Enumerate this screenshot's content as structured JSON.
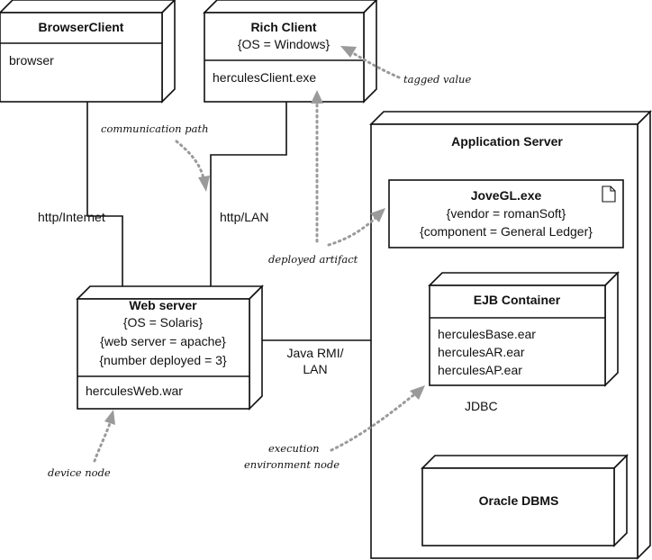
{
  "nodes": {
    "browser_client": {
      "title": "BrowserClient",
      "artifact": "browser"
    },
    "rich_client": {
      "title": "Rich Client",
      "tag": "{OS = Windows}",
      "artifact": "herculesClient.exe"
    },
    "application_server": {
      "title": "Application Server"
    },
    "jovegl": {
      "title": "JoveGL.exe",
      "tag1": "{vendor = romanSoft}",
      "tag2": "{component = General Ledger}"
    },
    "web_server": {
      "title": "Web server",
      "tag1": "{OS = Solaris}",
      "tag2": "{web server = apache}",
      "tag3": "{number deployed = 3}",
      "artifact": "herculesWeb.war"
    },
    "ejb_container": {
      "title": "EJB Container",
      "artifacts": [
        "herculesBase.ear",
        "herculesAR.ear",
        "herculesAP.ear"
      ]
    },
    "oracle_dbms": {
      "title": "Oracle DBMS"
    }
  },
  "connections": {
    "browser_web": "http/Internet",
    "rich_web": "http/LAN",
    "web_app": [
      "Java RMI/",
      "LAN"
    ],
    "ejb_oracle": "JDBC"
  },
  "annotations": {
    "communication_path": "communication path",
    "tagged_value": "tagged value",
    "deployed_artifact": "deployed artifact",
    "device_node": "device node",
    "execution_environment_node": [
      "execution",
      "environment node"
    ]
  }
}
